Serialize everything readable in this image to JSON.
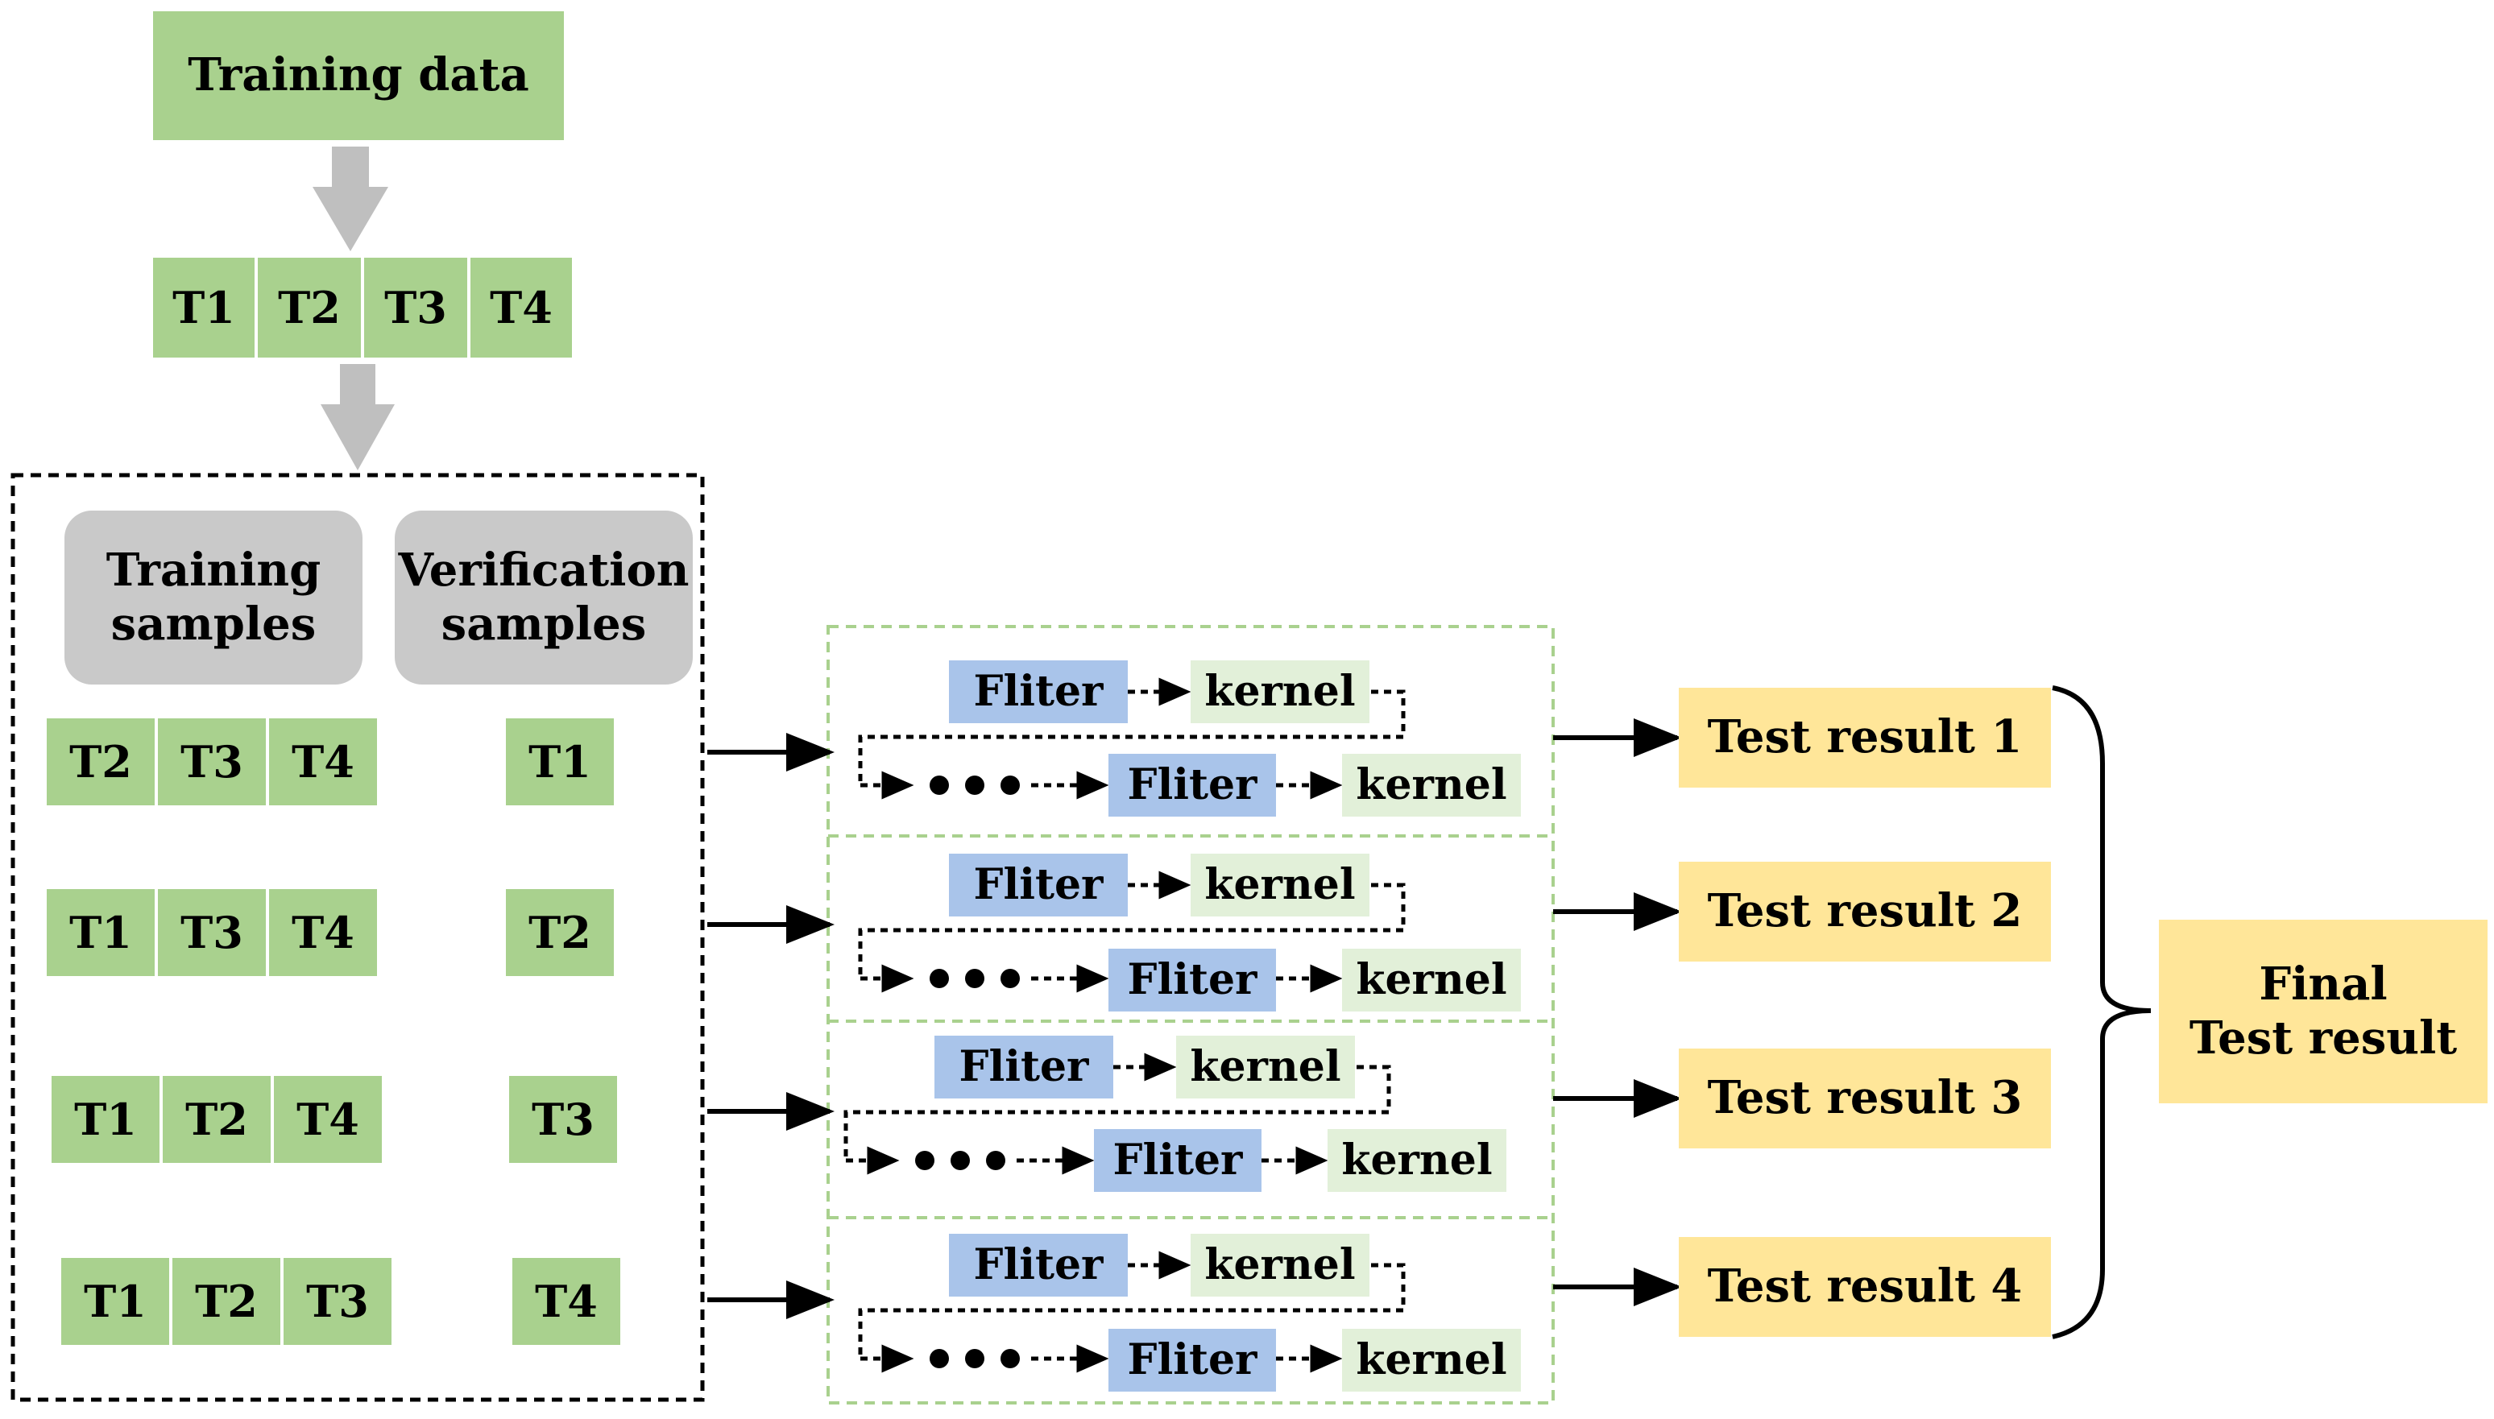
{
  "training_data": "Training data",
  "folds": [
    "T1",
    "T2",
    "T3",
    "T4"
  ],
  "training_samples_label": [
    "Training",
    "samples"
  ],
  "verification_samples_label": [
    "Verification",
    "samples"
  ],
  "splits": [
    {
      "train": [
        "T2",
        "T3",
        "T4"
      ],
      "verify": "T1"
    },
    {
      "train": [
        "T1",
        "T3",
        "T4"
      ],
      "verify": "T2"
    },
    {
      "train": [
        "T1",
        "T2",
        "T4"
      ],
      "verify": "T3"
    },
    {
      "train": [
        "T1",
        "T2",
        "T3"
      ],
      "verify": "T4"
    }
  ],
  "filter_label": "Fliter",
  "kernel_label": "kernel",
  "test_results": [
    "Test result 1",
    "Test result 2",
    "Test result 3",
    "Test result 4"
  ],
  "final_result": [
    "Final",
    "Test result"
  ],
  "colors": {
    "green": "#a9d18e",
    "light_green": "#e2f0d9",
    "blue": "#a9c4ea",
    "yellow": "#ffe699",
    "grey": "#c9c9c9",
    "arrow_grey": "#bfbfbf"
  }
}
